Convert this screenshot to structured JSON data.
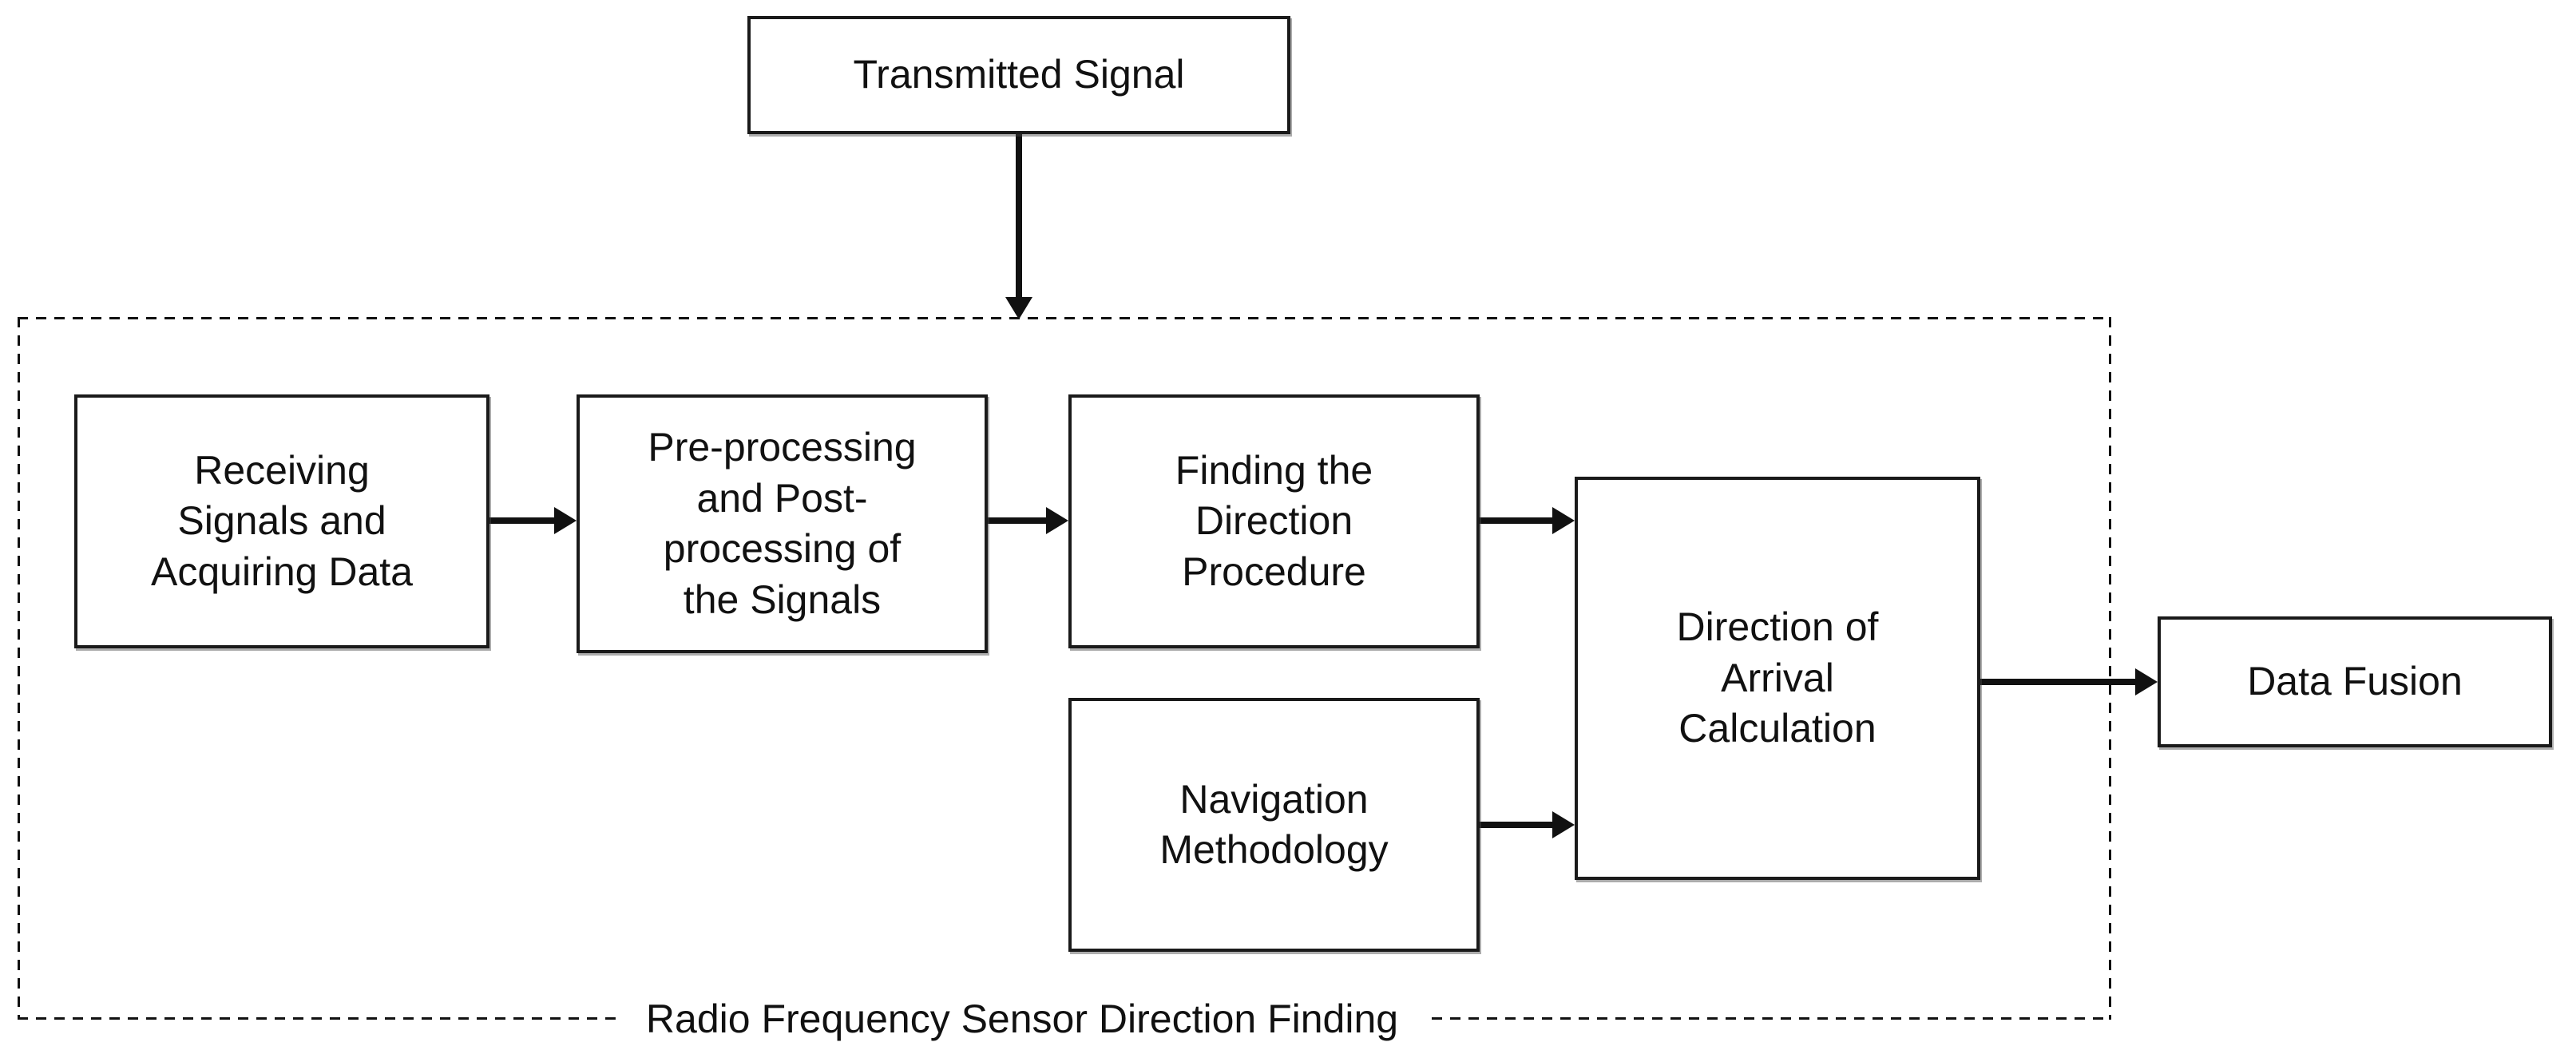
{
  "colors": {
    "line": "#111111",
    "box_border": "#1a1a1a",
    "background": "#ffffff",
    "text": "#111111"
  },
  "nodes": {
    "transmitted_signal": {
      "label": "Transmitted Signal"
    },
    "receiving_signals": {
      "label": "Receiving\nSignals and\nAcquiring Data"
    },
    "pre_post_processing": {
      "label": "Pre-processing\nand Post-\nprocessing of\nthe Signals"
    },
    "finding_direction": {
      "label": "Finding the\nDirection\nProcedure"
    },
    "navigation_methodology": {
      "label": "Navigation\nMethodology"
    },
    "doa_calculation": {
      "label": "Direction of\nArrival\nCalculation"
    },
    "data_fusion": {
      "label": "Data Fusion"
    }
  },
  "container": {
    "label": "Radio Frequency Sensor Direction Finding"
  },
  "edges": [
    {
      "from": "transmitted_signal",
      "to": "rf_sensor_direction_finding_container"
    },
    {
      "from": "receiving_signals",
      "to": "pre_post_processing"
    },
    {
      "from": "pre_post_processing",
      "to": "finding_direction"
    },
    {
      "from": "finding_direction",
      "to": "doa_calculation"
    },
    {
      "from": "navigation_methodology",
      "to": "doa_calculation"
    },
    {
      "from": "doa_calculation",
      "to": "data_fusion"
    }
  ]
}
